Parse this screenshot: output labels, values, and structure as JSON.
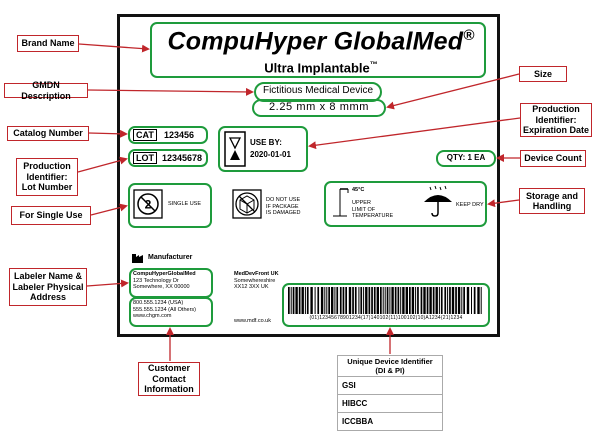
{
  "label": {
    "brand": "CompuHyper GlobalMed",
    "registered_mark": "®",
    "product": "Ultra Implantable",
    "trademark": "™",
    "device_description": "Fictitious Medical Device",
    "size": "2.25 mm x 8 mmm",
    "catalog_code": "CAT",
    "catalog_number": "123456",
    "lot_code": "LOT",
    "lot_number": "12345678",
    "use_by_label": "USE BY:",
    "use_by_date": "2020-01-01",
    "qty": "QTY: 1 EA",
    "single_use_text": "SINGLE USE",
    "damaged_text_1": "DO NOT USE",
    "damaged_text_2": "IF PACKAGE",
    "damaged_text_3": "IS DAMAGED",
    "temp_value": "45°C",
    "temp_text_1": "UPPER",
    "temp_text_2": "LIMIT OF",
    "temp_text_3": "TEMPERATURE",
    "keep_dry": "KEEP DRY",
    "manufacturer_title": "Manufacturer",
    "mfr_name": "CompuHyperGlobalMed",
    "mfr_addr_1": "123 Technology Dr",
    "mfr_addr_2": "Somewhere, XX 00000",
    "phone_1": "800.555.1234 (USA)",
    "phone_2": "555.555.1234 (All Others)",
    "website_1": "www.chgm.com",
    "eu_name": "MedDevFront UK",
    "eu_addr_1": "Somewhereshire",
    "eu_addr_2": "XX12 3XX UK",
    "website_2": "www.mdf.co.uk",
    "barcode_text": "(01)12345678901234(17)140102(11)100102(10)A1234(21)1234"
  },
  "callouts": {
    "brand_name": "Brand Name",
    "gmdn": "GMDN Description",
    "catalog": "Catalog Number",
    "lot_1": "Production",
    "lot_2": "Identifier:",
    "lot_3": "Lot Number",
    "single_use": "For Single Use",
    "labeler_1": "Labeler Name &",
    "labeler_2": "Labeler Physical",
    "labeler_3": "Address",
    "contact_1": "Customer",
    "contact_2": "Contact",
    "contact_3": "Information",
    "size": "Size",
    "exp_1": "Production",
    "exp_2": "Identifier:",
    "exp_3": "Expiration Date",
    "count": "Device Count",
    "storage_1": "Storage and",
    "storage_2": "Handling",
    "udi_title_1": "Unique Device Identifier",
    "udi_title_2": "(DI & PI)",
    "udi_rows": [
      "GSI",
      "HIBCC",
      "ICCBBA"
    ]
  },
  "colors": {
    "callout_border": "#c0262b",
    "highlight": "#1e9b3c",
    "arrow": "#c0262b"
  }
}
